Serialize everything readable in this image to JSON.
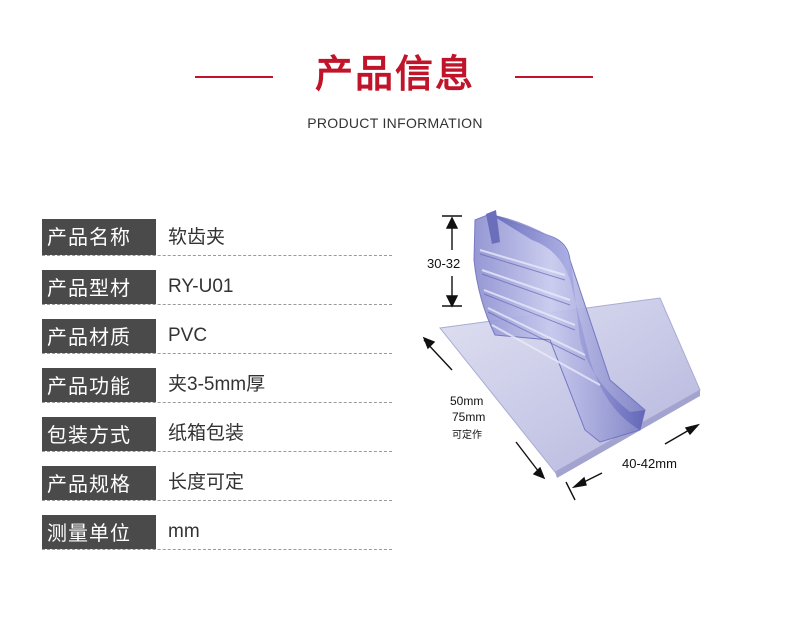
{
  "header": {
    "title": "产品信息",
    "subtitle": "PRODUCT INFORMATION",
    "accent_color": "#c0142b"
  },
  "specs": [
    {
      "label": "产品名称",
      "value": "软齿夹"
    },
    {
      "label": "产品型材",
      "value": "RY-U01"
    },
    {
      "label": "产品材质",
      "value": "PVC"
    },
    {
      "label": "产品功能",
      "value": "夹3-5mm厚"
    },
    {
      "label": "包装方式",
      "value": "纸箱包装"
    },
    {
      "label": "产品规格",
      "value": "长度可定"
    },
    {
      "label": "测量单位",
      "value": "mm"
    }
  ],
  "figure": {
    "height_dim": "30-32",
    "length_dim_1": "50mm",
    "length_dim_2": "75mm",
    "length_note": "可定作",
    "width_dim": "40-42mm"
  }
}
